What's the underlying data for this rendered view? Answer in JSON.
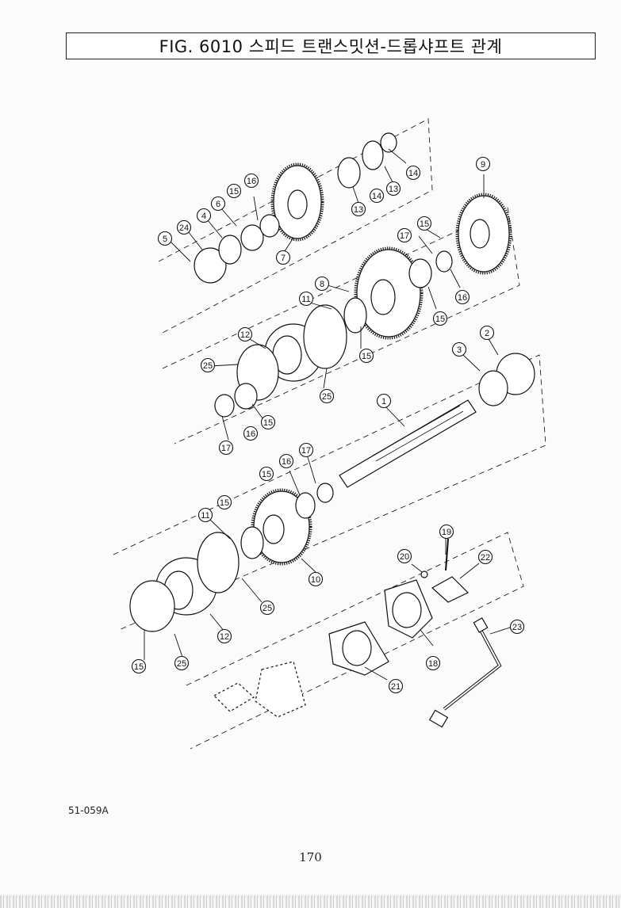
{
  "title": "FIG. 6010 스피드 트랜스밋션-드롭샤프트 관계",
  "ref_code": "51-059A",
  "page_number": "170",
  "callout_numbers": [
    "1",
    "2",
    "3",
    "4",
    "5",
    "6",
    "7",
    "8",
    "9",
    "10",
    "11",
    "12",
    "13",
    "14",
    "15",
    "16",
    "17",
    "18",
    "19",
    "20",
    "21",
    "22",
    "23",
    "24",
    "25"
  ]
}
